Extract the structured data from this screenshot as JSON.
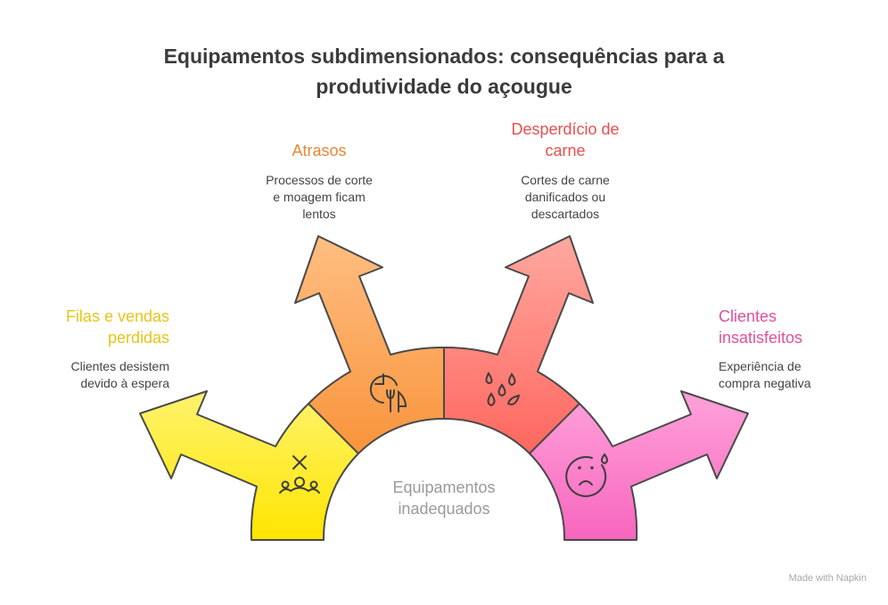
{
  "title": {
    "line1": "Equipamentos subdimensionados: consequências para a",
    "line2": "produtividade do açougue"
  },
  "center": {
    "line1": "Equipamentos",
    "line2": "inadequados"
  },
  "items": [
    {
      "title_l1": "Filas e vendas",
      "title_l2": "perdidas",
      "desc_l1": "Clientes desistem",
      "desc_l2": "devido à espera",
      "icon": "people-cross-icon",
      "color": "#E6C619"
    },
    {
      "title_l1": "Atrasos",
      "desc_l1": "Processos de corte",
      "desc_l2": "e moagem ficam",
      "desc_l3": "lentos",
      "icon": "clock-utensils-icon",
      "color": "#E8883A"
    },
    {
      "title_l1": "Desperdício de",
      "title_l2": "carne",
      "desc_l1": "Cortes de carne",
      "desc_l2": "danificados ou",
      "desc_l3": "descartados",
      "icon": "drops-icon",
      "color": "#E8504C"
    },
    {
      "title_l1": "Clientes",
      "title_l2": "insatisfeitos",
      "desc_l1": "Experiência de",
      "desc_l2": "compra negativa",
      "icon": "sad-face-icon",
      "color": "#E0509E"
    }
  ],
  "watermark": "Made with Napkin"
}
